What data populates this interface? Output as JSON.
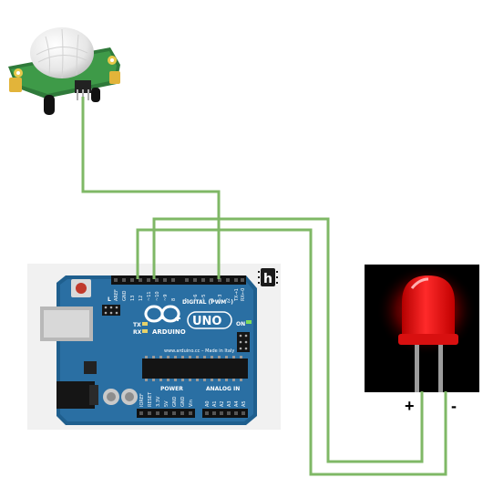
{
  "arduino": {
    "brand": "ARDUINO",
    "model": "UNO",
    "digital_header": "DIGITAL (PWM~)",
    "analog_header": "ANALOG IN",
    "power_header": "POWER",
    "tx": "TX",
    "rx": "RX",
    "on": "ON",
    "l": "L",
    "made_in": "www.arduino.cc – Made in Italy",
    "top_pins": [
      "AREF",
      "GND",
      "13",
      "12",
      "~11",
      "~10",
      "~9",
      "8",
      "7",
      "~6",
      "~5",
      "4",
      "~3",
      "2",
      "TX→1",
      "RX←0"
    ],
    "power_pins": [
      "IOREF",
      "RESET",
      "3.3V",
      "5V",
      "GND",
      "GND",
      "Vin"
    ],
    "analog_pins": [
      "A0",
      "A1",
      "A2",
      "A3",
      "A4",
      "A5"
    ]
  },
  "watermark": {
    "letter": "h"
  },
  "led": {
    "plus": "+",
    "minus": "-"
  },
  "colors": {
    "wire": "#7fb866",
    "board": "#1f5f8e",
    "led_red": "#ff1a1a",
    "led_background": "#000000"
  }
}
